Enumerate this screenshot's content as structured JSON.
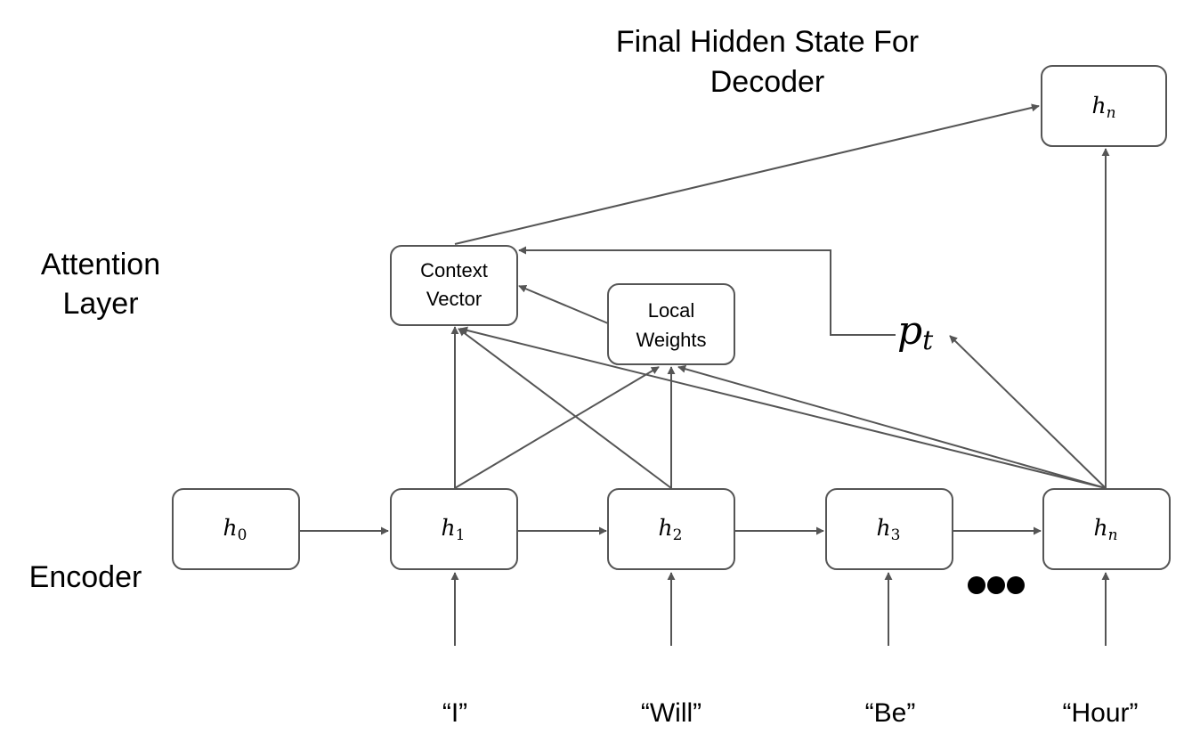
{
  "title": {
    "line1": "Final Hidden State For",
    "line2": "Decoder"
  },
  "layers": {
    "attention_line1": "Attention",
    "attention_line2": "Layer",
    "encoder": "Encoder"
  },
  "decoder_state": {
    "main": "h",
    "sub": "n"
  },
  "encoder_states": [
    {
      "main": "h",
      "sub": "0"
    },
    {
      "main": "h",
      "sub": "1"
    },
    {
      "main": "h",
      "sub": "2"
    },
    {
      "main": "h",
      "sub": "3"
    },
    {
      "main": "h",
      "sub": "n"
    }
  ],
  "context_vector": {
    "line1": "Context",
    "line2": "Vector"
  },
  "local_weights": {
    "line1": "Local",
    "line2": "Weights"
  },
  "aligned_position": {
    "main": "p",
    "sub": "t"
  },
  "ellipsis": "●●●",
  "inputs": [
    "“I”",
    "“Will”",
    "“Be”",
    "“Hour”"
  ],
  "colors": {
    "stroke": "#555555",
    "text": "#000000"
  }
}
